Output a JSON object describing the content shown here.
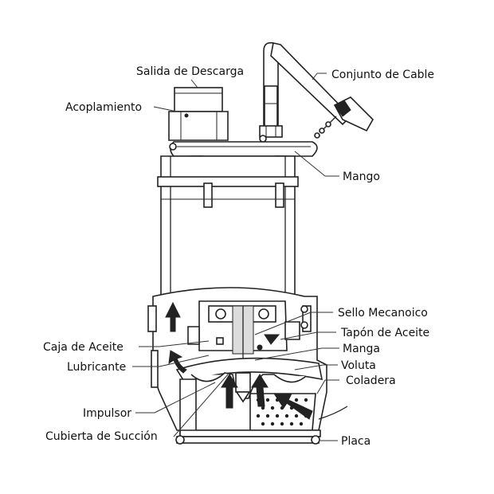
{
  "labels": {
    "salida": "Salida de Descarga",
    "conjunto": "Conjunto de Cable",
    "acoplamiento": "Acoplamiento",
    "mango": "Mango",
    "sello": "Sello Mecanoico",
    "tapon": "Tapón de Aceite",
    "caja": "Caja de Aceite",
    "manga": "Manga",
    "lubricante": "Lubricante",
    "voluta": "Voluta",
    "coladera": "Coladera",
    "impulsor": "Impulsor",
    "cubierta": "Cubierta de Succión",
    "placa": "Placa"
  }
}
